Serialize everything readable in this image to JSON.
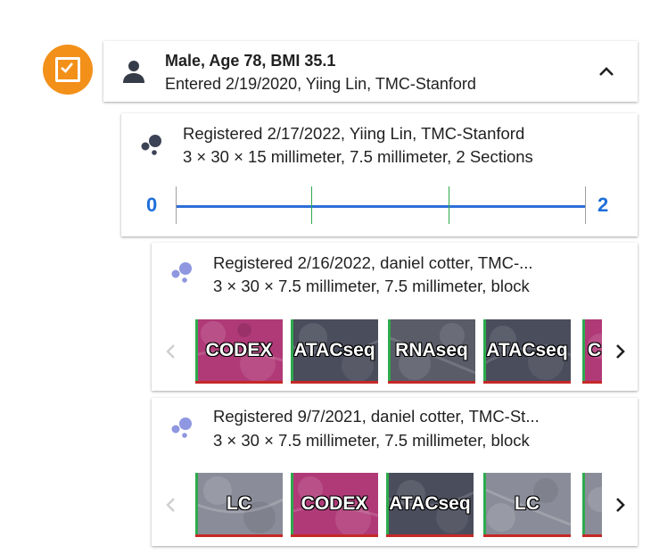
{
  "colors": {
    "accent": "#f39019",
    "blue": "#1e6fd9",
    "green": "#2eaa4d",
    "red": "#c62828",
    "codex": "#b03a78",
    "atac": "#4a4d5c",
    "rna": "#5a5c68",
    "lc": "#8a8d99"
  },
  "checkbox": {
    "icon": "check-icon",
    "checked": true
  },
  "donor": {
    "icon": "person-icon",
    "title": "Male, Age 78, BMI 35.1",
    "subtitle": "Entered 2/19/2020, Yiing Lin, TMC-Stanford",
    "toggle_icon": "chevron-up-icon"
  },
  "block": {
    "icon": "tissue-block-icon",
    "line1": "Registered 2/17/2022, Yiing Lin, TMC-Stanford",
    "line2": "3 × 30 × 15 millimeter, 7.5 millimeter, 2 Sections",
    "slider": {
      "min_label": "0",
      "max_label": "2"
    }
  },
  "sections": [
    {
      "icon": "tissue-section-icon",
      "line1": "Registered 2/16/2022, daniel cotter, TMC-...",
      "line2": "3 × 30 × 7.5 millimeter, 7.5 millimeter, block",
      "datasets": [
        "CODEX",
        "ATACseq",
        "RNAseq",
        "ATACseq",
        "C"
      ]
    },
    {
      "icon": "tissue-section-icon",
      "line1": "Registered 9/7/2021, daniel cotter, TMC-St...",
      "line2": "3 × 30 × 7.5 millimeter, 7.5 millimeter, block",
      "datasets": [
        "LC",
        "CODEX",
        "ATACseq",
        "LC",
        ""
      ]
    }
  ],
  "nav": {
    "prev_icon": "chevron-left-icon",
    "next_icon": "chevron-right-icon"
  }
}
